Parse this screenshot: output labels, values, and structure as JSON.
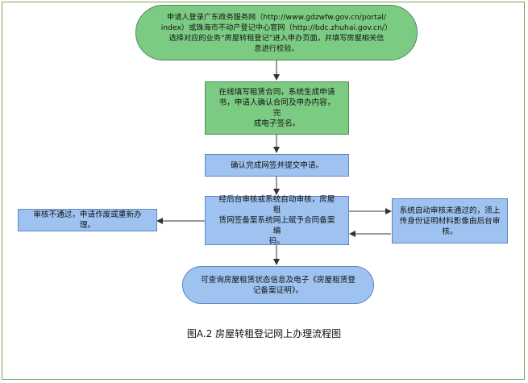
{
  "nodes": {
    "start": "申请人登录广东政务服务网（http://www.gdzwfw.gov.cn/portal/\nindex）或珠海市不动产登记中心官网（http://bdc.zhuhai.gov.cn/）\n选择对应的业务“房屋转租登记”进入申办页面，并填写房屋相关信\n息进行校验。",
    "fill_contract": "在线填写租赁合同，系统生成申请\n书，申请人确认合同及申办内容，完\n成电子签名。",
    "confirm_submit": "确认完成网签并提交申请。",
    "review": "经后台审核或系统自动审核，房屋租\n赁网签备案系统网上赋予合同备案编\n码。",
    "reject": "审核不通过，申请作废或重新办理。",
    "auto_fail": "系统自动审核未通过的，须上\n传身份证明材料影像由后台审\n核。",
    "end": "可查询房屋租赁状态信息及电子《房屋租赁登\n记备案证明》。"
  },
  "caption": "图A.2 房屋转租登记网上办理流程图",
  "colors": {
    "green_fill": "#7ccb83",
    "blue_fill": "#9fc3f0",
    "frame_border": "#7fa35a"
  }
}
